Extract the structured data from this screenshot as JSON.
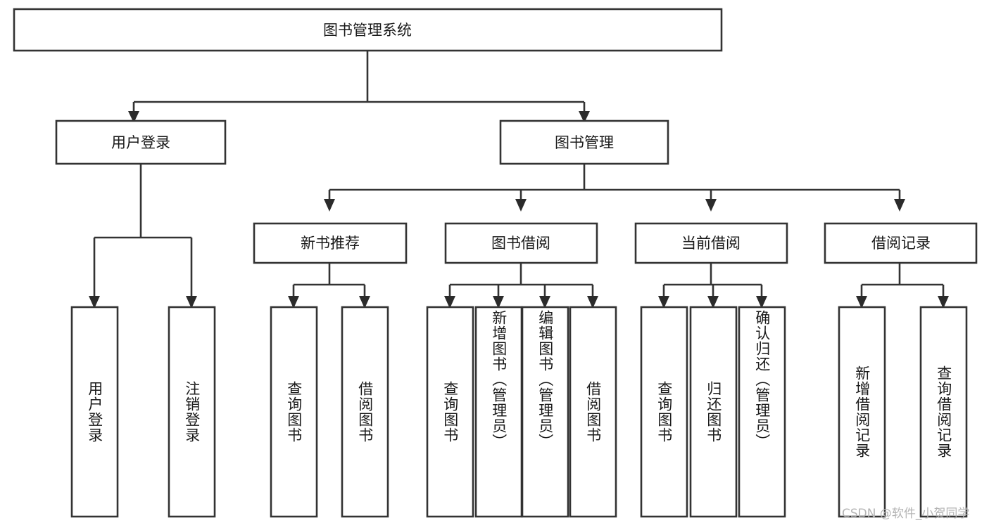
{
  "diagram": {
    "type": "tree-hierarchy-chart",
    "title": "图书管理系统",
    "background_color": "#ffffff",
    "line_color": "#333333",
    "text_color": "#1a1a1a",
    "root": {
      "label": "图书管理系统"
    },
    "level2": [
      {
        "label": "用户登录"
      },
      {
        "label": "图书管理"
      }
    ],
    "level3": [
      {
        "label": "新书推荐"
      },
      {
        "label": "图书借阅"
      },
      {
        "label": "当前借阅"
      },
      {
        "label": "借阅记录"
      }
    ],
    "leaves": {
      "user_login": [
        {
          "label": "用户登录"
        },
        {
          "label": "注销登录"
        }
      ],
      "new_book_recommend": [
        {
          "label": "查询图书"
        },
        {
          "label": "借阅图书"
        }
      ],
      "book_borrow": [
        {
          "label": "查询图书"
        },
        {
          "label": "新增图书（管理员）"
        },
        {
          "label": "编辑图书（管理员）"
        },
        {
          "label": "借阅图书"
        }
      ],
      "current_borrow": [
        {
          "label": "查询图书"
        },
        {
          "label": "归还图书"
        },
        {
          "label": "确认归还（管理员）"
        }
      ],
      "borrow_record": [
        {
          "label": "新增借阅记录"
        },
        {
          "label": "查询借阅记录"
        }
      ]
    }
  },
  "watermark": {
    "text": "CSDN @软件_小贺同学"
  }
}
